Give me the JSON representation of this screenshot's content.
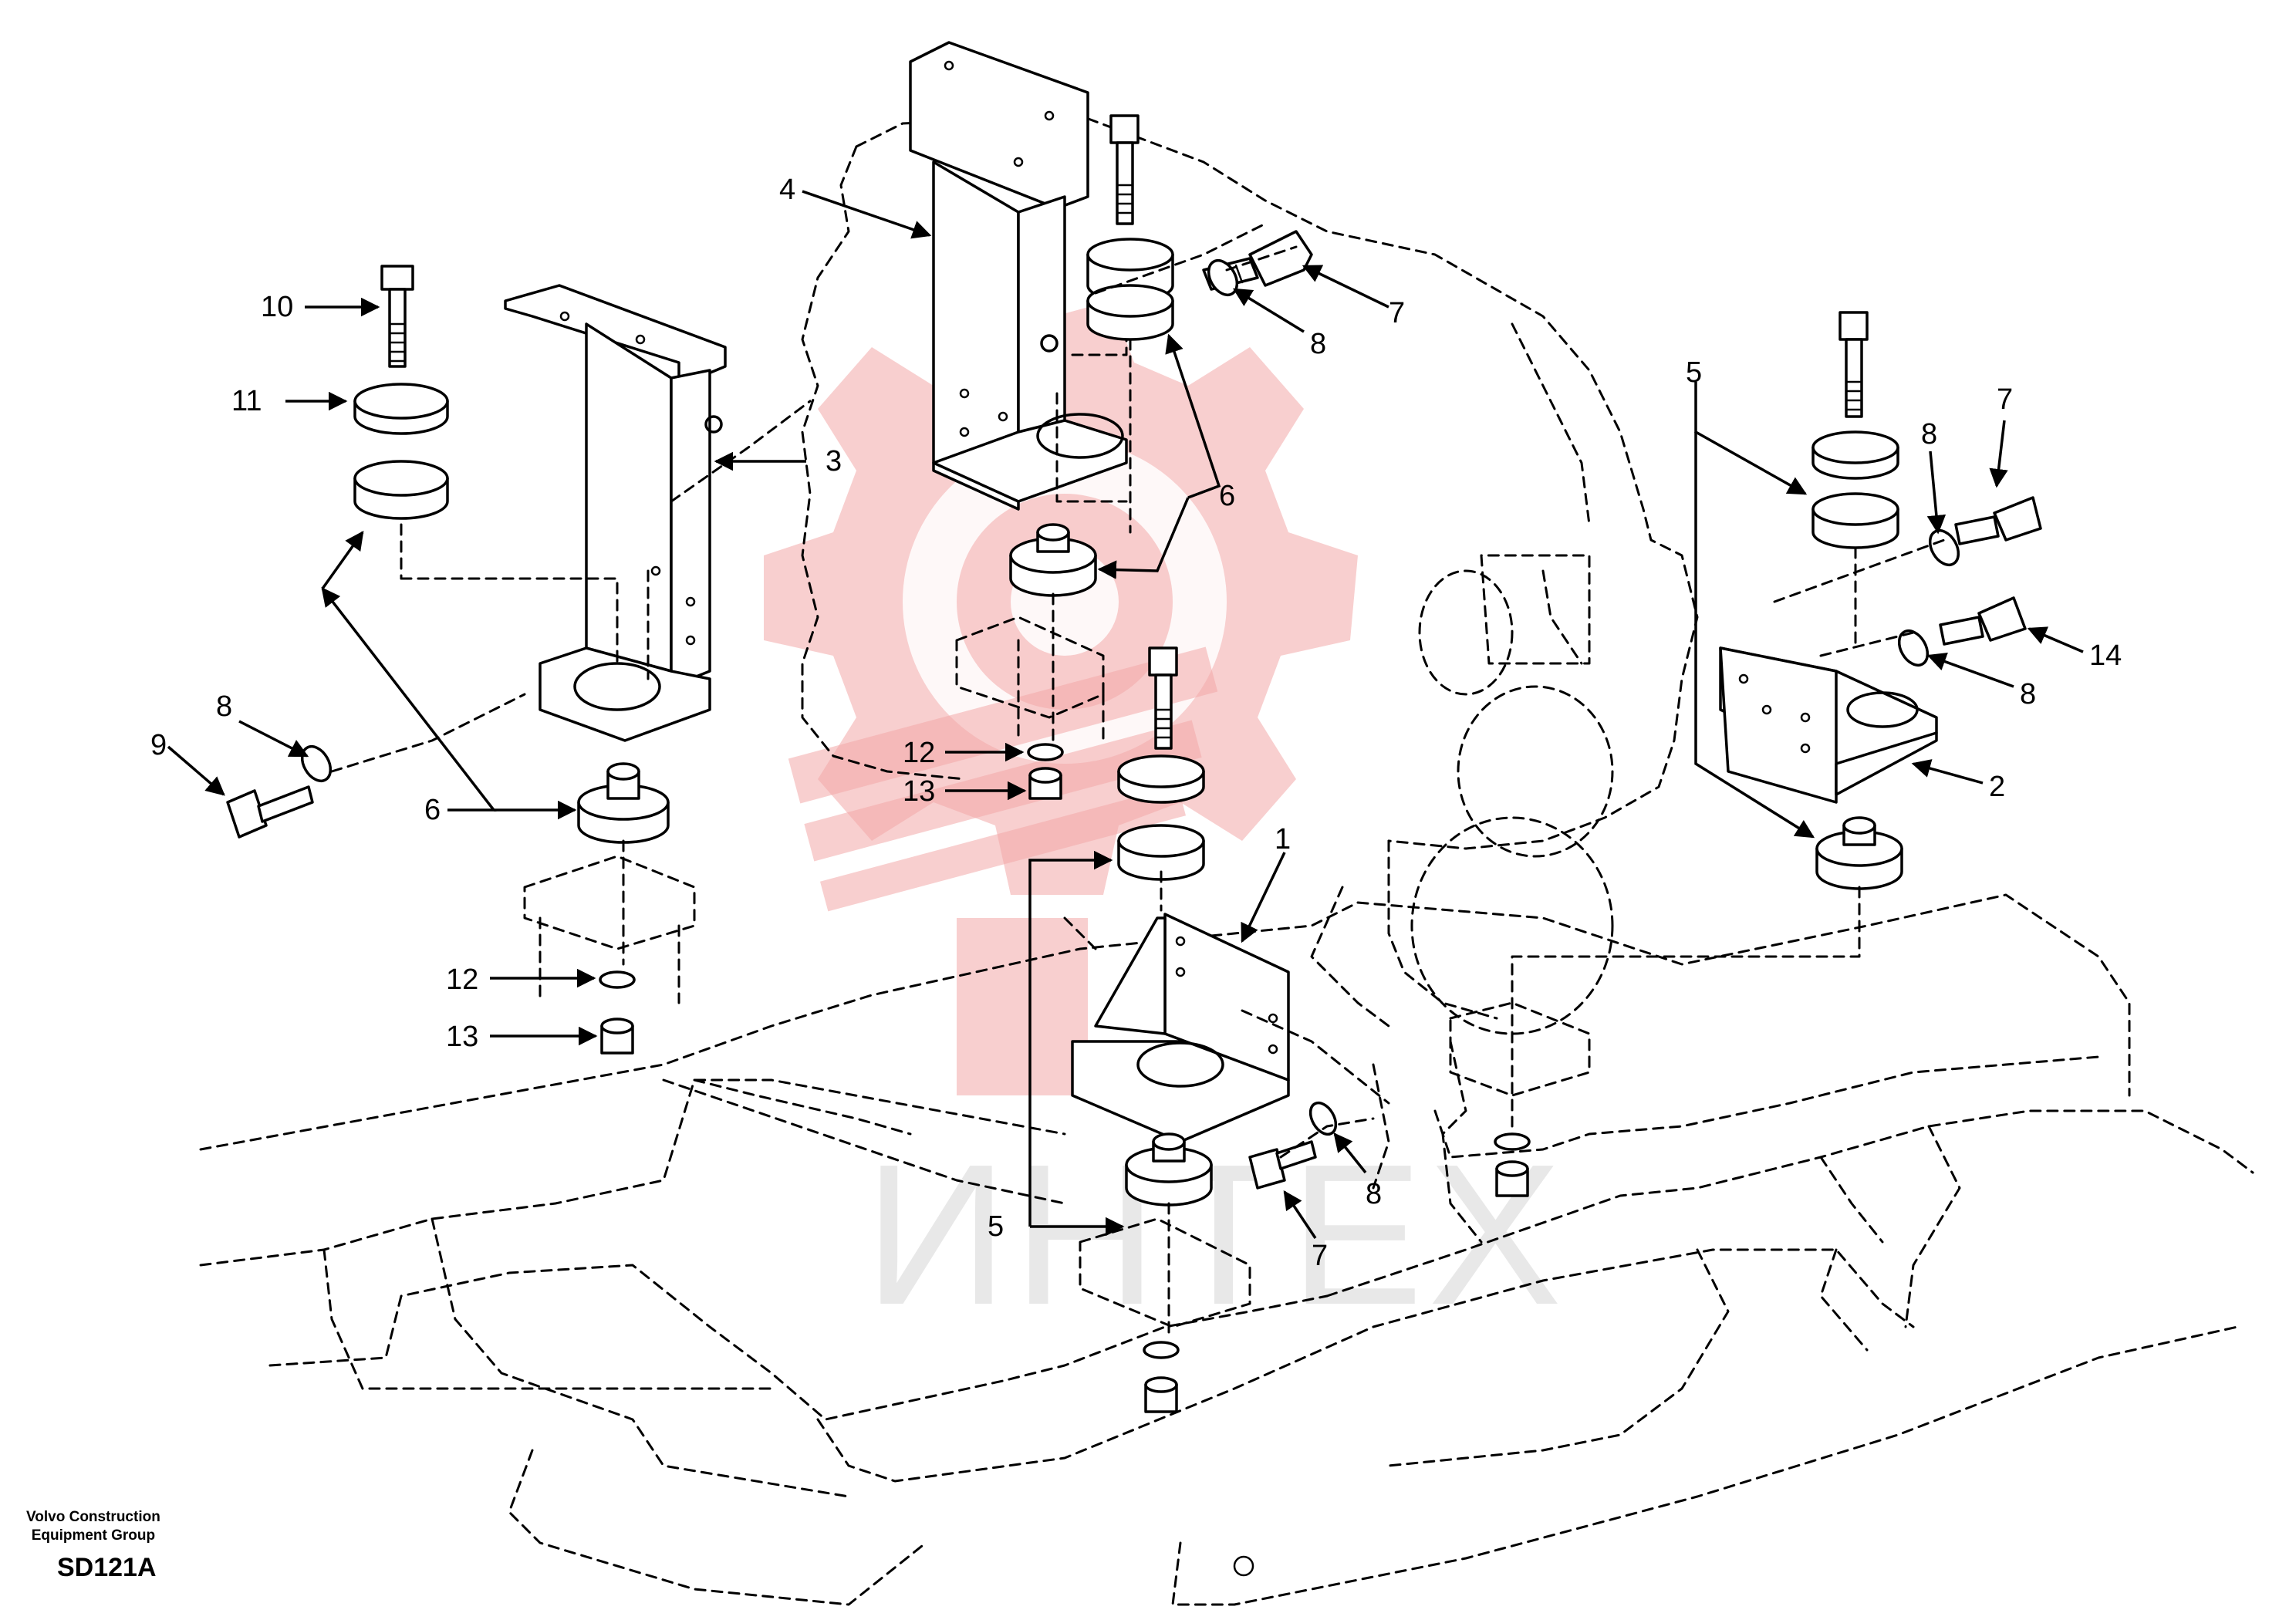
{
  "watermark": {
    "text": "ИНТЕХ",
    "color": "#f3a7a7"
  },
  "footer": {
    "org_line1": "Volvo Construction",
    "org_line2": "Equipment Group",
    "drawing_code": "SD121A"
  },
  "callouts": [
    {
      "id": "c4",
      "label": "4"
    },
    {
      "id": "c10",
      "label": "10"
    },
    {
      "id": "c11",
      "label": "11"
    },
    {
      "id": "c3",
      "label": "3"
    },
    {
      "id": "c7a",
      "label": "7"
    },
    {
      "id": "c8a",
      "label": "8"
    },
    {
      "id": "c6a",
      "label": "6"
    },
    {
      "id": "c5a",
      "label": "5"
    },
    {
      "id": "c7b",
      "label": "7"
    },
    {
      "id": "c8b",
      "label": "8"
    },
    {
      "id": "c14",
      "label": "14"
    },
    {
      "id": "c8c",
      "label": "8"
    },
    {
      "id": "c2",
      "label": "2"
    },
    {
      "id": "c8d",
      "label": "8"
    },
    {
      "id": "c9",
      "label": "9"
    },
    {
      "id": "c6b",
      "label": "6"
    },
    {
      "id": "c12a",
      "label": "12"
    },
    {
      "id": "c13a",
      "label": "13"
    },
    {
      "id": "c1",
      "label": "1"
    },
    {
      "id": "c12b",
      "label": "12"
    },
    {
      "id": "c13b",
      "label": "13"
    },
    {
      "id": "c5b",
      "label": "5"
    },
    {
      "id": "c7c",
      "label": "7"
    },
    {
      "id": "c8e",
      "label": "8"
    }
  ]
}
